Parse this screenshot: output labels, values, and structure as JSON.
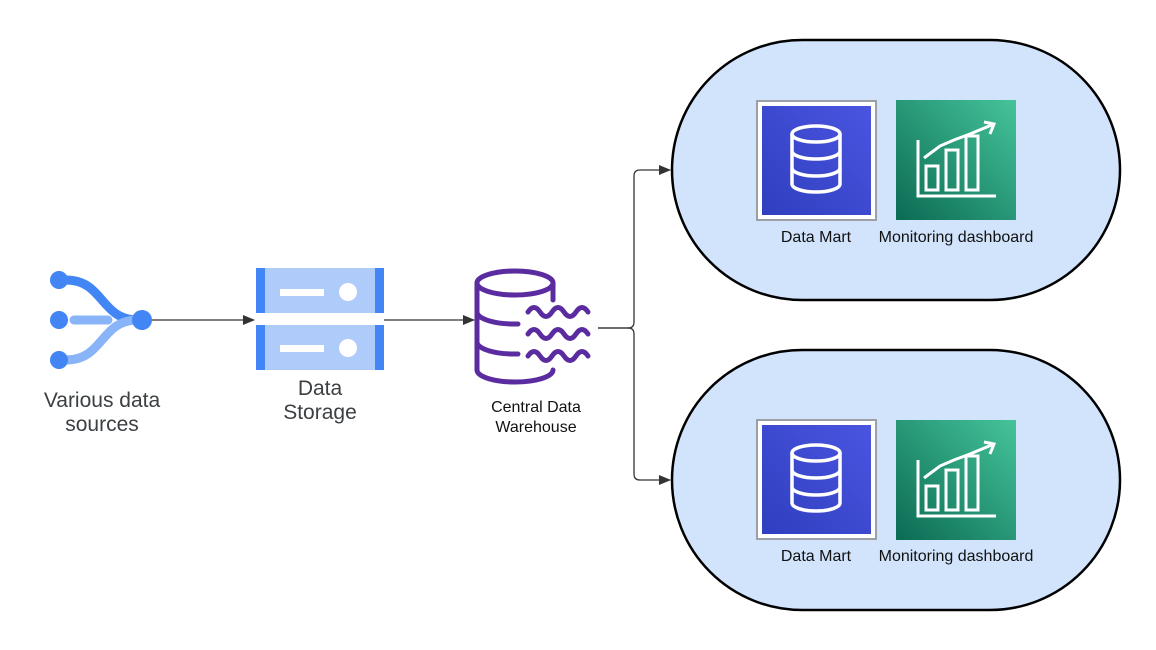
{
  "nodes": {
    "sources": {
      "label": "Various data\nsources",
      "icon": "data-sources-icon"
    },
    "storage": {
      "label": "Data\nStorage",
      "icon": "storage-server-icon"
    },
    "warehouse": {
      "label": "Central Data\nWarehouse",
      "icon": "data-warehouse-icon"
    }
  },
  "groups": [
    {
      "mart_label": "Data Mart",
      "dashboard_label": "Monitoring dashboard"
    },
    {
      "mart_label": "Data Mart",
      "dashboard_label": "Monitoring dashboard"
    }
  ],
  "colors": {
    "google_blue": "#4285f4",
    "light_blue": "#8ab4f8",
    "storage_fill": "#aecbfa",
    "warehouse_purple": "#5a2ca0",
    "mart_blue": "#3b48cc",
    "dashboard_green": "#1a8c6c",
    "group_fill": "#d2e4fc",
    "edge": "#333333"
  }
}
